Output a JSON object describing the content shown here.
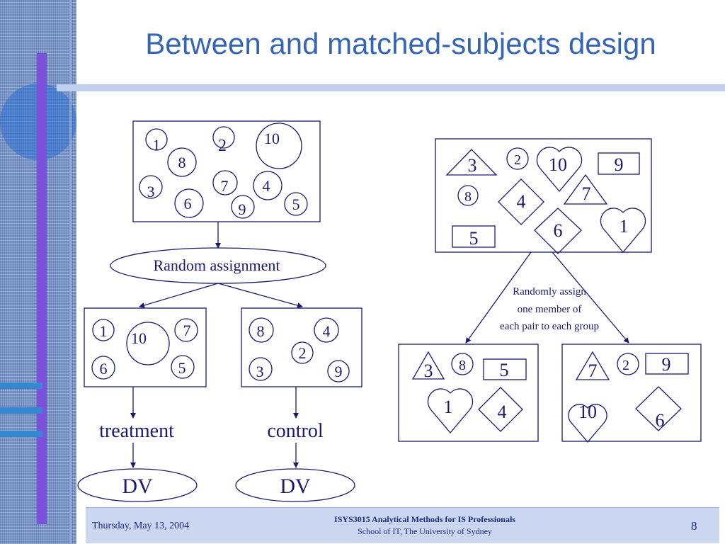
{
  "title": "Between and matched-subjects design",
  "colors": {
    "title": "#3565b4",
    "ink": "#1a1a70",
    "footer_bg": "#cbd7f0"
  },
  "left": {
    "pool_numbers": [
      "1",
      "2",
      "10",
      "8",
      "7",
      "4",
      "3",
      "6",
      "9",
      "5"
    ],
    "random_assignment": "Random assignment",
    "treatment_numbers": [
      "1",
      "10",
      "7",
      "6",
      "5"
    ],
    "control_numbers": [
      "8",
      "4",
      "2",
      "3",
      "9"
    ],
    "treatment_label": "treatment",
    "control_label": "control",
    "dv_treatment": "DV",
    "dv_control": "DV"
  },
  "right": {
    "pool_numbers": [
      "3",
      "2",
      "10",
      "9",
      "8",
      "4",
      "7",
      "6",
      "1",
      "5"
    ],
    "randomly_line1": "Randomly assign",
    "randomly_line2": "one member of",
    "randomly_line3": "each pair to each group",
    "group1_numbers": [
      "3",
      "8",
      "5",
      "1",
      "4"
    ],
    "group2_numbers": [
      "7",
      "2",
      "9",
      "10",
      "6"
    ]
  },
  "footer": {
    "date": "Thursday, May 13, 2004",
    "course": "ISYS3015 Analytical Methods for IS Professionals",
    "school": "School of IT, The University of Sydney",
    "page": "8"
  }
}
